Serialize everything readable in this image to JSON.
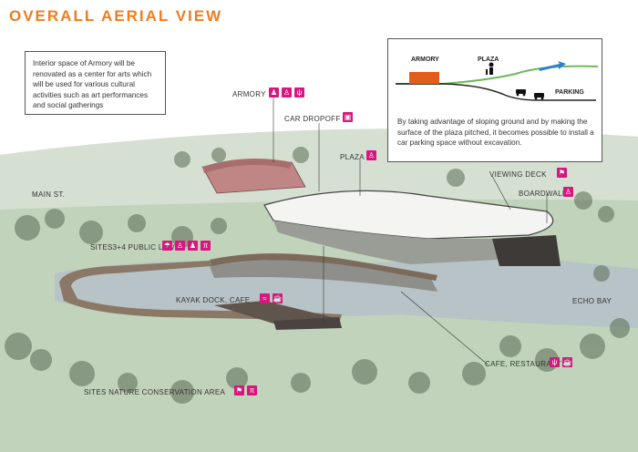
{
  "title": "OVERALL AERIAL VIEW",
  "note_left": "Interior space of Armory will be renovated as a center for arts which will be used for various cultural activities such as art performances and social gatherings",
  "section": {
    "armory": "ARMORY",
    "plaza": "PLAZA",
    "parking": "PARKING",
    "description": "By taking advantage of sloping ground and by making the surface of the plaza pitched, it becomes possible to install a car parking space without excavation."
  },
  "labels": {
    "armory": "ARMORY",
    "car_dropoff": "CAR DROPOFF",
    "plaza": "PLAZA",
    "viewing_deck": "VIEWING DECK",
    "boardwalk": "BOARDWALK",
    "main_st": "MAIN ST.",
    "public_lawn": "SITES3+4 PUBLIC LAWN",
    "kayak_dock": "KAYAK DOCK, CAFE",
    "echo_bay": "ECHO BAY",
    "cafe_restaurant": "CAFE, RESTAURANT",
    "conservation": "SITES NATURE CONSERVATION AREA"
  },
  "colors": {
    "accent": "#f07c1e",
    "icon": "#d6187e",
    "grass": "#b7ccb0",
    "water": "#b3bfc2"
  }
}
